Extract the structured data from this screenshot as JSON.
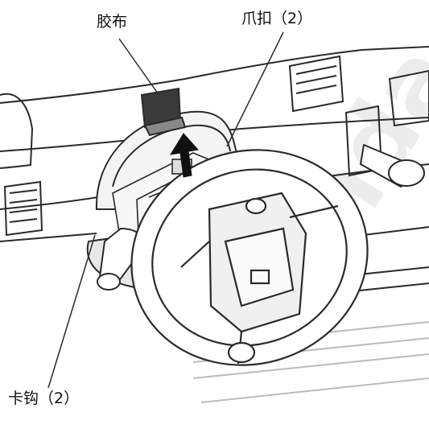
{
  "figure": {
    "labels": {
      "tape": "胶布",
      "claw": "爪扣（2）",
      "hook": "卡钩（2）"
    },
    "watermark": "Honda"
  },
  "colors": {
    "line": "#2a2a2a",
    "tape_fill": "#3a3a3a",
    "arrow_fill": "#111111",
    "surface": "#ffffff",
    "shade": "#d9d9d9",
    "watermark": "#ececec"
  }
}
